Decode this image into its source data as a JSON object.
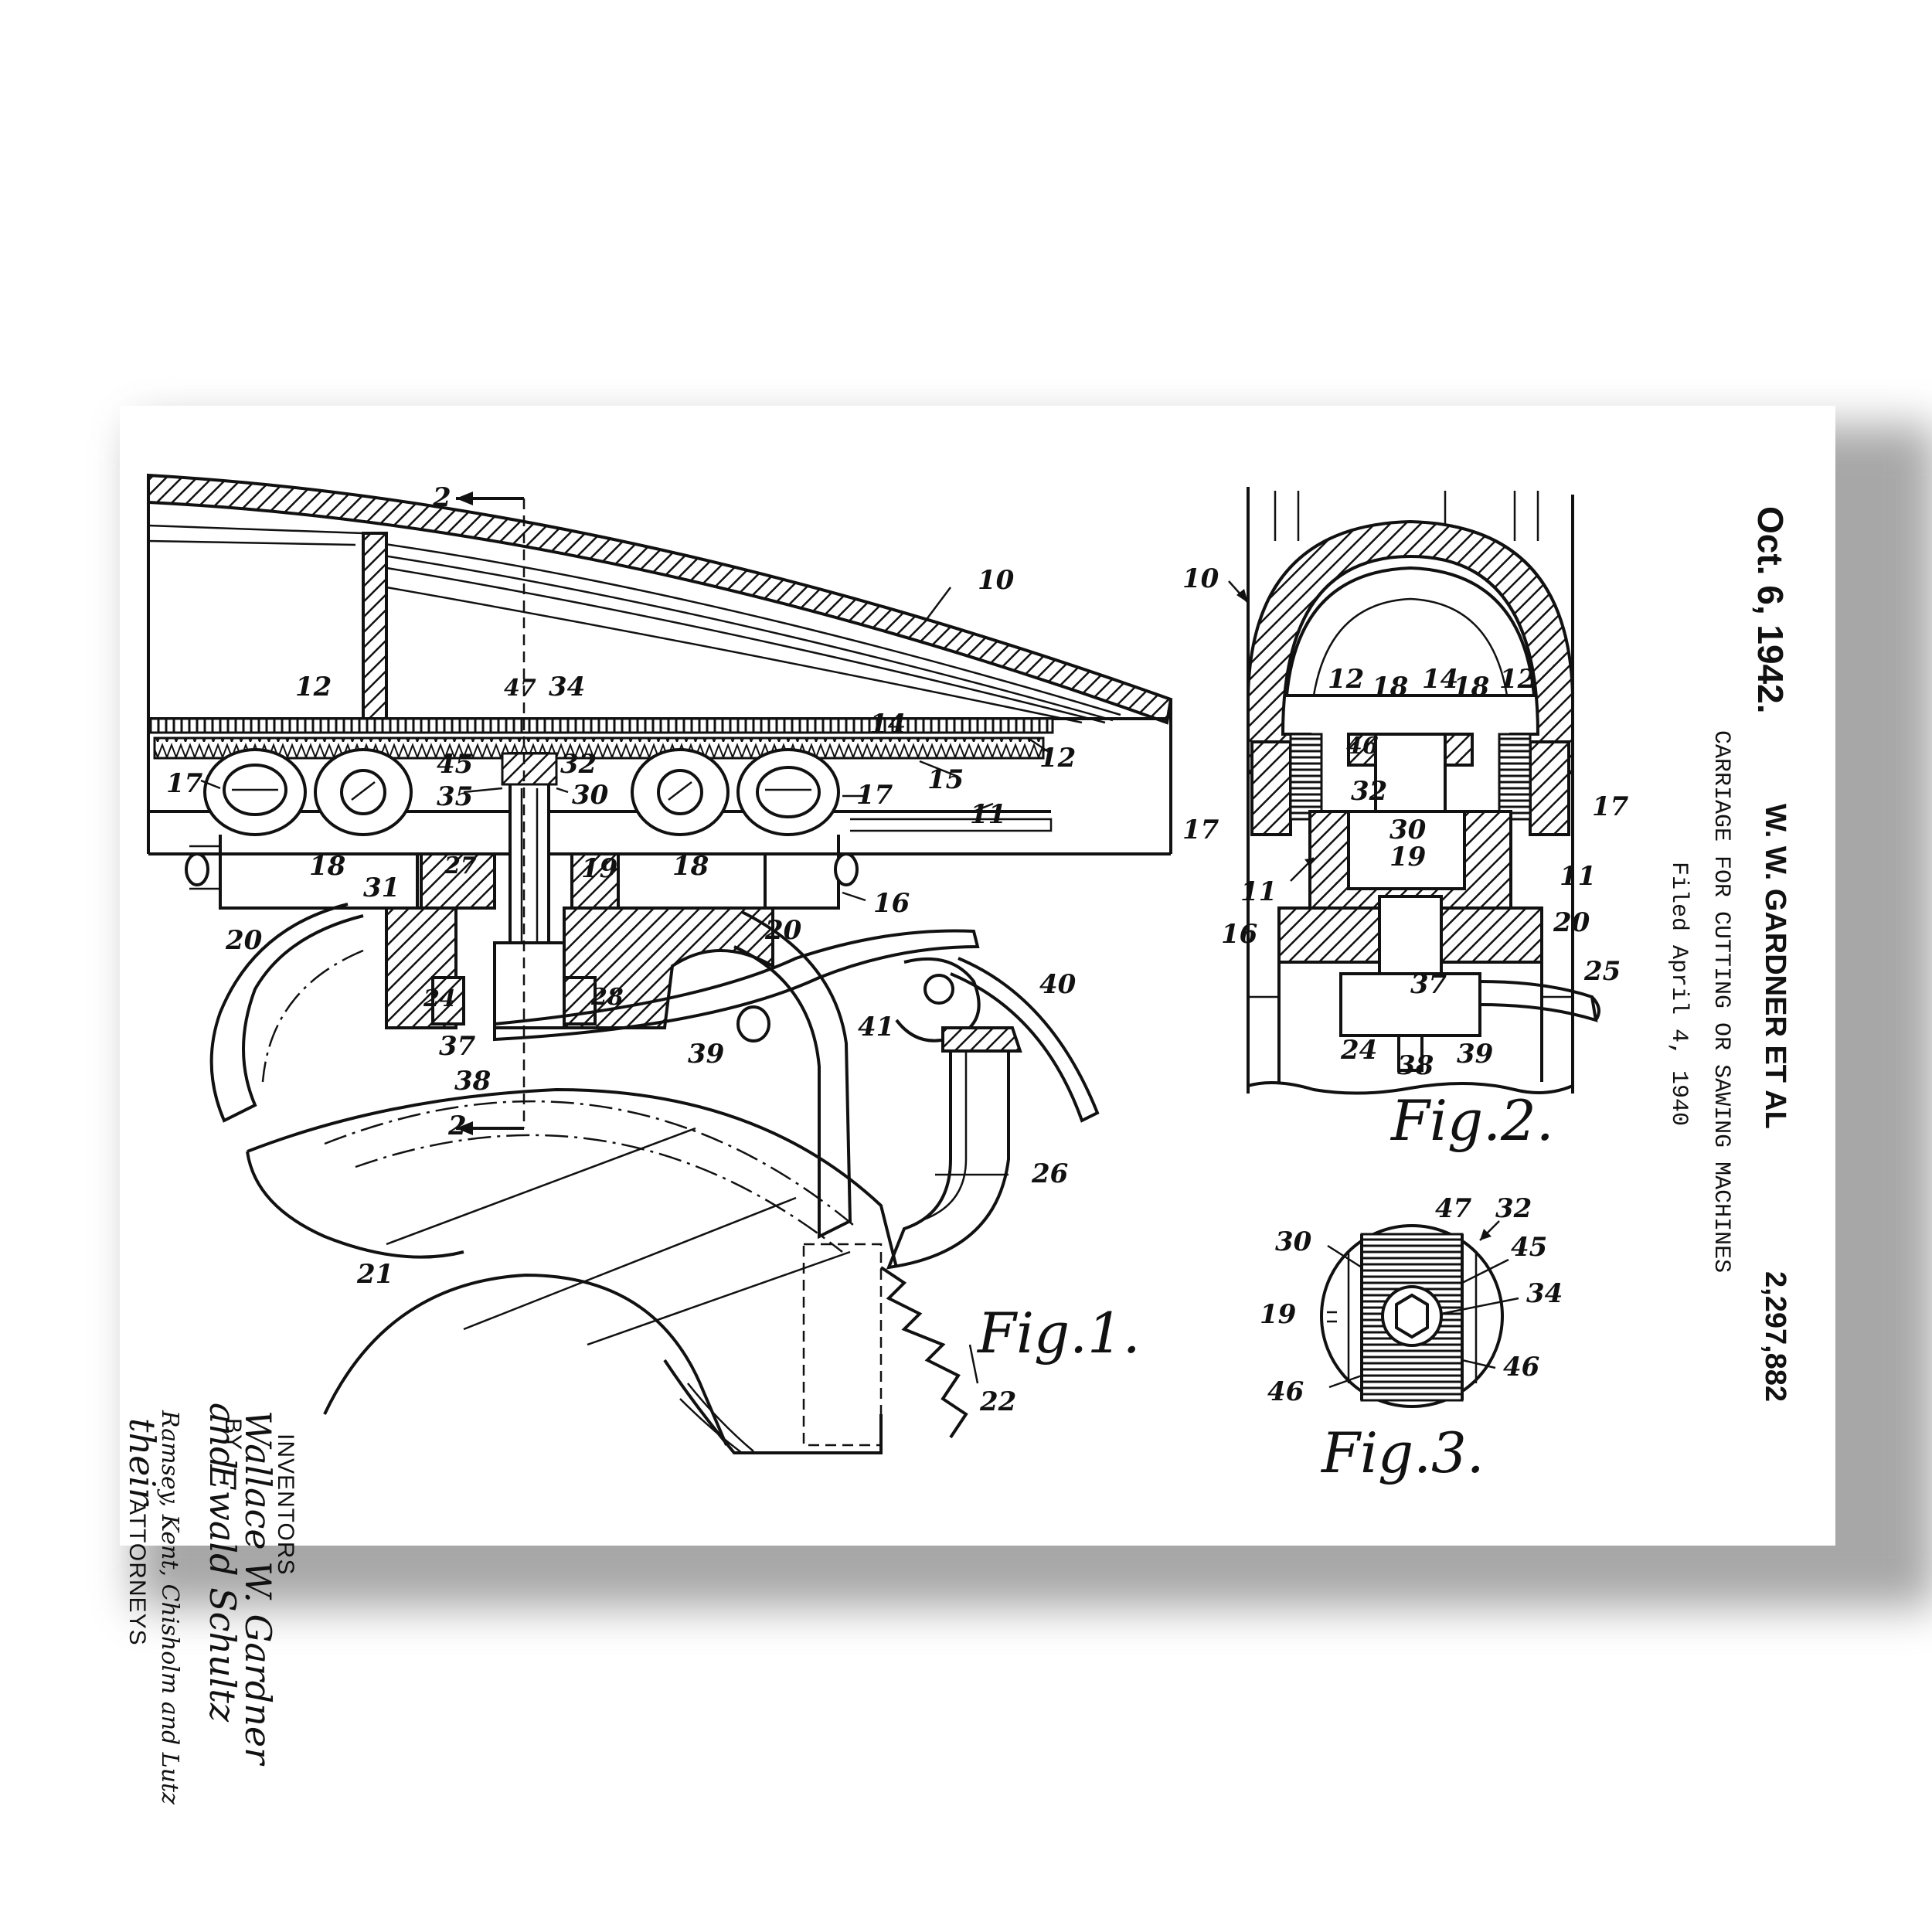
{
  "header": {
    "date": "Oct. 6, 1942.",
    "inventors_line": "W. W. GARDNER ET AL",
    "patent_number": "2,297,882",
    "title": "CARRIAGE FOR CUTTING OR SAWING MACHINES",
    "filed": "Filed April 4, 1940"
  },
  "figures": {
    "fig1": "Fig.1.",
    "fig2": "Fig.2.",
    "fig3": "Fig.3."
  },
  "inventors": {
    "heading": "INVENTORS",
    "name1": "Wallace W. Gardner",
    "and_word": "and",
    "name2": "Ewald Schultz",
    "by": "BY",
    "firm": "Ramsey, Kent, Chisholm and Lutz",
    "their": "their",
    "attorneys": "ATTORNEYS"
  },
  "fig1_labels": {
    "l10": "10",
    "l12a": "12",
    "l12b": "12",
    "l14": "14",
    "l15": "15",
    "l11": "11",
    "l17a": "17",
    "l17b": "17",
    "l18a": "18",
    "l18b": "18",
    "l47": "47",
    "l34": "34",
    "l45": "45",
    "l32": "32",
    "l35": "35",
    "l30": "30",
    "l27": "27",
    "l19": "19",
    "l31": "31",
    "l16": "16",
    "l20a": "20",
    "l20b": "20",
    "l24": "24",
    "l28": "28",
    "l37": "37",
    "l38": "38",
    "l39": "39",
    "l41": "41",
    "l40": "40",
    "l26": "26",
    "l21": "21",
    "l22": "22",
    "l2top": "2",
    "l2bot": "2"
  },
  "fig2_labels": {
    "l10": "10",
    "l12a": "12",
    "l18a": "18",
    "l14": "14",
    "l18b": "18",
    "l12b": "12",
    "l46": "46",
    "l32": "32",
    "l30": "30",
    "l19": "19",
    "l17a": "17",
    "l17b": "17",
    "l11a": "11",
    "l11b": "11",
    "l16": "16",
    "l20": "20",
    "l25": "25",
    "l37": "37",
    "l24": "24",
    "l38": "38",
    "l39": "39"
  },
  "fig3_labels": {
    "l47": "47",
    "l32": "32",
    "l30": "30",
    "l45": "45",
    "l34": "34",
    "l19": "19",
    "l46a": "46",
    "l46b": "46"
  }
}
